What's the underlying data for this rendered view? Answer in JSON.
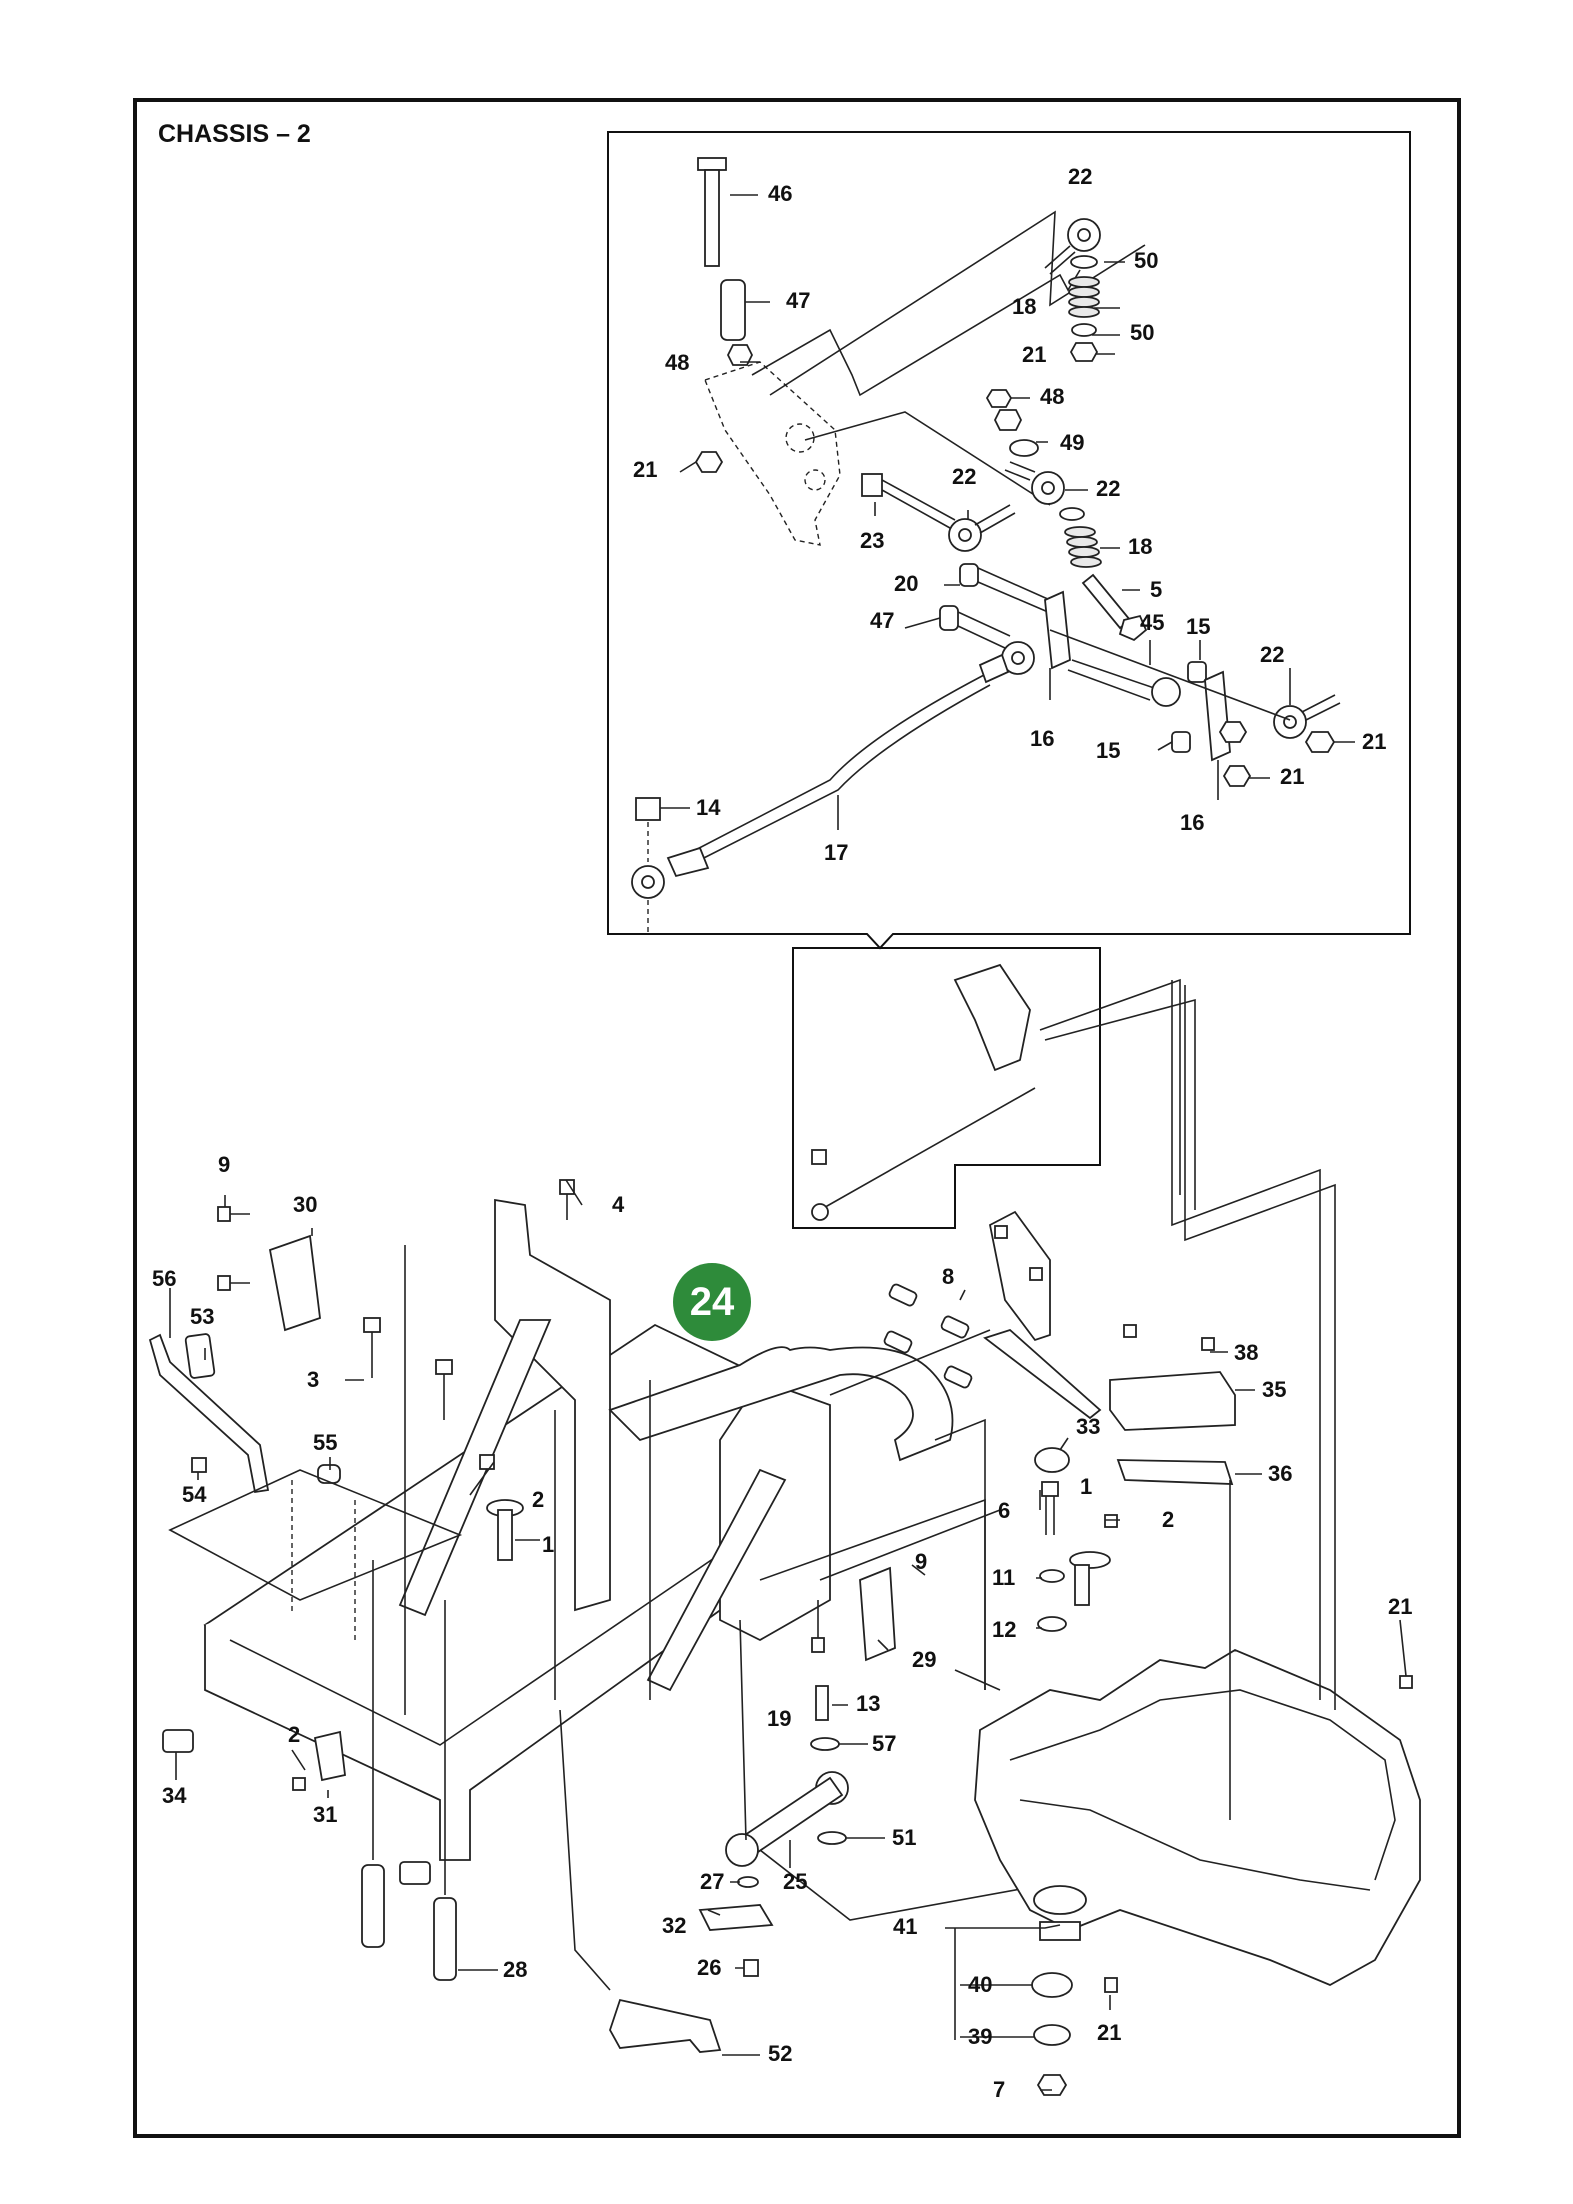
{
  "title": "CHASSIS – 2",
  "badge": "24",
  "callouts": {
    "detail": [
      {
        "id": "d-46",
        "text": "46"
      },
      {
        "id": "d-47a",
        "text": "47"
      },
      {
        "id": "d-48a",
        "text": "48"
      },
      {
        "id": "d-21a",
        "text": "21"
      },
      {
        "id": "d-22a",
        "text": "22"
      },
      {
        "id": "d-50a",
        "text": "50"
      },
      {
        "id": "d-18a",
        "text": "18"
      },
      {
        "id": "d-50b",
        "text": "50"
      },
      {
        "id": "d-21b",
        "text": "21"
      },
      {
        "id": "d-48b",
        "text": "48"
      },
      {
        "id": "d-49",
        "text": "49"
      },
      {
        "id": "d-22b",
        "text": "22"
      },
      {
        "id": "d-22c",
        "text": "22"
      },
      {
        "id": "d-23",
        "text": "23"
      },
      {
        "id": "d-18b",
        "text": "18"
      },
      {
        "id": "d-20",
        "text": "20"
      },
      {
        "id": "d-5",
        "text": "5"
      },
      {
        "id": "d-47b",
        "text": "47"
      },
      {
        "id": "d-45",
        "text": "45"
      },
      {
        "id": "d-15a",
        "text": "15"
      },
      {
        "id": "d-22d",
        "text": "22"
      },
      {
        "id": "d-16a",
        "text": "16"
      },
      {
        "id": "d-15b",
        "text": "15"
      },
      {
        "id": "d-21c",
        "text": "21"
      },
      {
        "id": "d-21d",
        "text": "21"
      },
      {
        "id": "d-16b",
        "text": "16"
      },
      {
        "id": "d-14",
        "text": "14"
      },
      {
        "id": "d-17",
        "text": "17"
      }
    ],
    "main": [
      {
        "id": "m-9a",
        "text": "9"
      },
      {
        "id": "m-30",
        "text": "30"
      },
      {
        "id": "m-4",
        "text": "4"
      },
      {
        "id": "m-56",
        "text": "56"
      },
      {
        "id": "m-53",
        "text": "53"
      },
      {
        "id": "m-3",
        "text": "3"
      },
      {
        "id": "m-55",
        "text": "55"
      },
      {
        "id": "m-54",
        "text": "54"
      },
      {
        "id": "m-2a",
        "text": "2"
      },
      {
        "id": "m-1a",
        "text": "1"
      },
      {
        "id": "m-9b",
        "text": "9"
      },
      {
        "id": "m-29",
        "text": "29"
      },
      {
        "id": "m-13",
        "text": "13"
      },
      {
        "id": "m-19",
        "text": "19"
      },
      {
        "id": "m-57",
        "text": "57"
      },
      {
        "id": "m-51",
        "text": "51"
      },
      {
        "id": "m-25",
        "text": "25"
      },
      {
        "id": "m-27",
        "text": "27"
      },
      {
        "id": "m-32",
        "text": "32"
      },
      {
        "id": "m-26",
        "text": "26"
      },
      {
        "id": "m-52",
        "text": "52"
      },
      {
        "id": "m-2b",
        "text": "2"
      },
      {
        "id": "m-31",
        "text": "31"
      },
      {
        "id": "m-34",
        "text": "34"
      },
      {
        "id": "m-28",
        "text": "28"
      },
      {
        "id": "m-8",
        "text": "8"
      },
      {
        "id": "m-33",
        "text": "33"
      },
      {
        "id": "m-6",
        "text": "6"
      },
      {
        "id": "m-1b",
        "text": "1"
      },
      {
        "id": "m-2c",
        "text": "2"
      },
      {
        "id": "m-11",
        "text": "11"
      },
      {
        "id": "m-12",
        "text": "12"
      },
      {
        "id": "m-38",
        "text": "38"
      },
      {
        "id": "m-35",
        "text": "35"
      },
      {
        "id": "m-36",
        "text": "36"
      },
      {
        "id": "m-21",
        "text": "21"
      },
      {
        "id": "m-41",
        "text": "41"
      },
      {
        "id": "m-40",
        "text": "40"
      },
      {
        "id": "m-39",
        "text": "39"
      },
      {
        "id": "m-21b",
        "text": "21"
      },
      {
        "id": "m-7",
        "text": "7"
      }
    ]
  }
}
